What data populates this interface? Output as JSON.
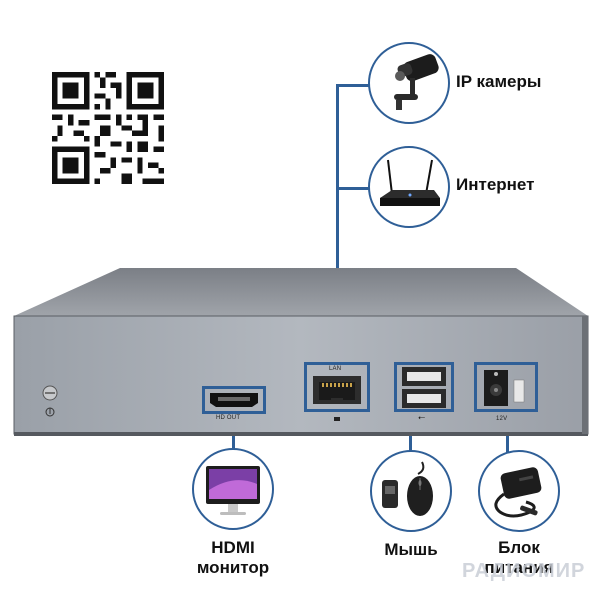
{
  "labels": {
    "ip_cameras": "IP камеры",
    "internet": "Интернет",
    "hdmi_line1": "HDMI",
    "hdmi_line2": "монитор",
    "mouse": "Мышь",
    "power_line1": "Блок",
    "power_line2": "питания"
  },
  "panel": {
    "hdmi_out": "HD OUT",
    "lan": "LAN",
    "power_spec": "12V"
  },
  "watermark": "РАДИОМИР",
  "colors": {
    "accent": "#2f5f97",
    "device_body": "#8c9097",
    "device_panel": "#a3a8b0"
  },
  "icons": [
    "qr-code",
    "ip-camera-icon",
    "router-icon",
    "monitor-icon",
    "mouse-icon",
    "power-adapter-icon"
  ]
}
